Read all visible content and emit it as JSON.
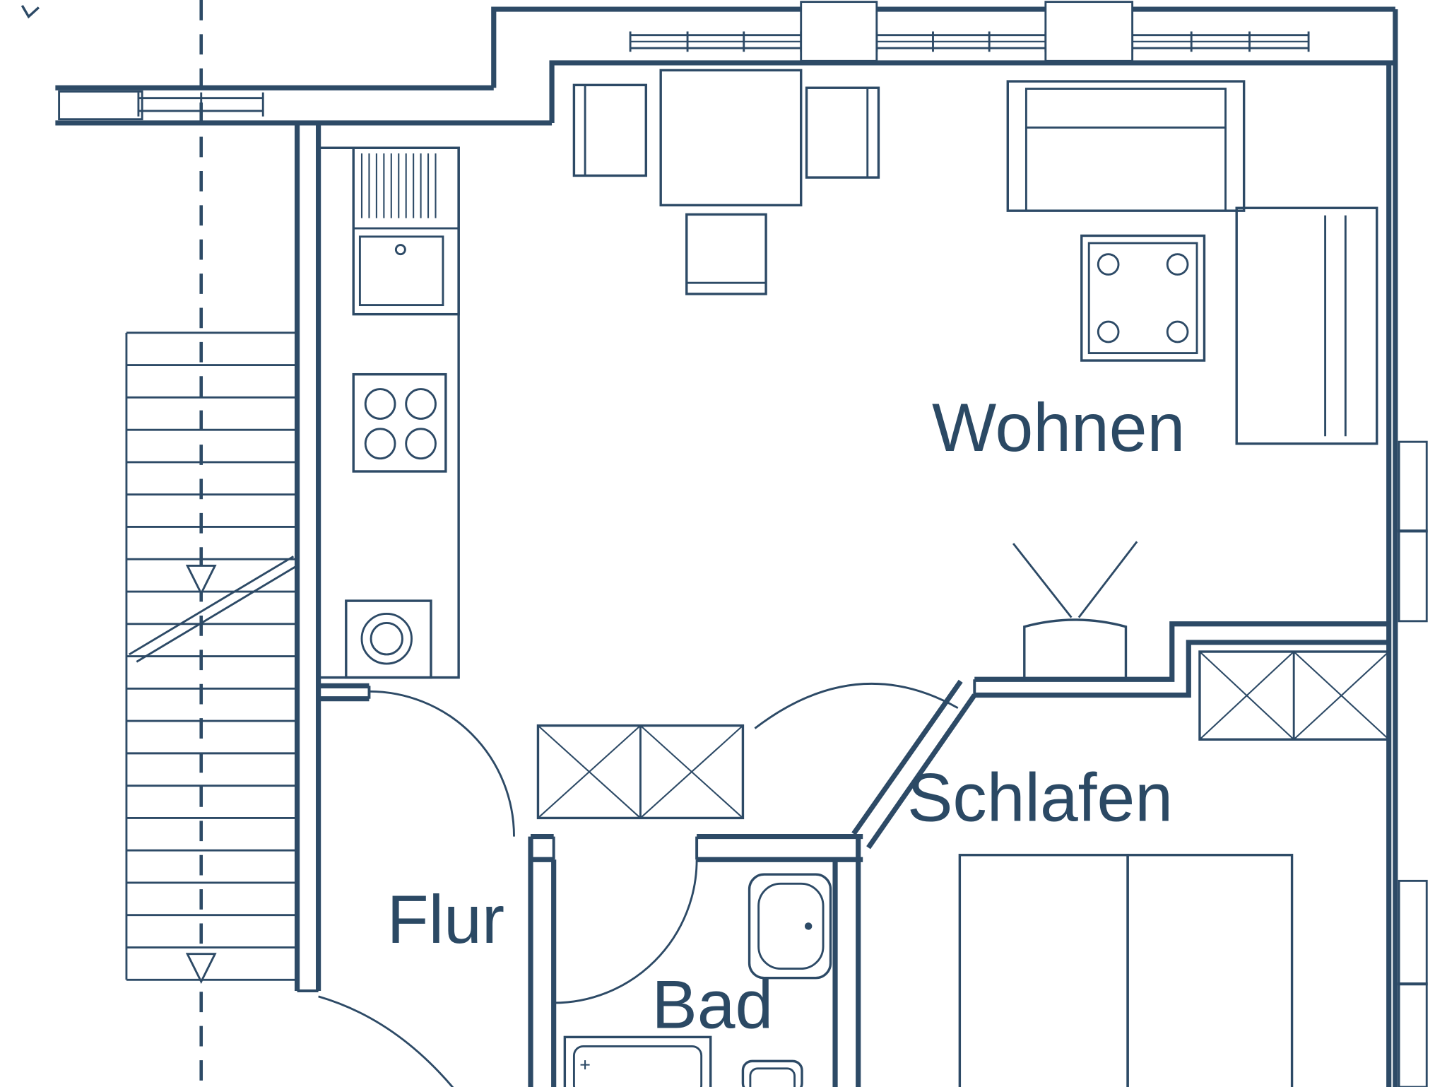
{
  "floor_plan": {
    "type": "architectural-floor-plan",
    "rooms": [
      {
        "id": "wohnen",
        "label": "Wohnen"
      },
      {
        "id": "schlafen",
        "label": "Schlafen"
      },
      {
        "id": "flur",
        "label": "Flur"
      },
      {
        "id": "bad",
        "label": "Bad"
      }
    ],
    "colors": {
      "line": "#2d4a66",
      "label": "#2b4964",
      "background": "#ffffff"
    },
    "symbols": [
      "stairs",
      "section-dashed-line",
      "dining-table",
      "dining-chairs",
      "sofa",
      "side-sofa",
      "coffee-table",
      "tv-with-antenna",
      "kitchen-radiator",
      "kitchen-sink",
      "stove-4-burners",
      "washing-machine",
      "wardrobe-x-left",
      "wardrobe-x-right",
      "double-bed",
      "bathtub",
      "washbasin",
      "toilet",
      "door-swing-arcs",
      "windows"
    ]
  }
}
